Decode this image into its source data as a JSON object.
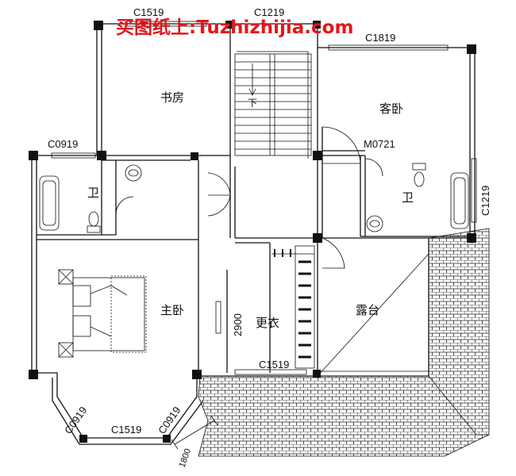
{
  "watermark": "买图纸上:Tuzhizhijia.com",
  "rooms": {
    "study": "书房",
    "guest_bedroom": "客卧",
    "bathroom_left": "卫",
    "bathroom_right": "卫",
    "master_bedroom": "主卧",
    "dressing_room": "更衣",
    "terrace": "露台",
    "stairs_down": "下"
  },
  "window_codes": {
    "study_top": "C1519",
    "stair_top": "C1219",
    "guest_top": "C1819",
    "bath_left_top": "C0919",
    "guest_door": "M0721",
    "bath_right_side": "C1219",
    "dressing_bottom": "C1519",
    "bay_left": "C0919",
    "bay_center": "C1519",
    "bay_right": "C0919"
  },
  "dimensions": {
    "dressing_height": "2900",
    "bay_dim": "1800"
  }
}
